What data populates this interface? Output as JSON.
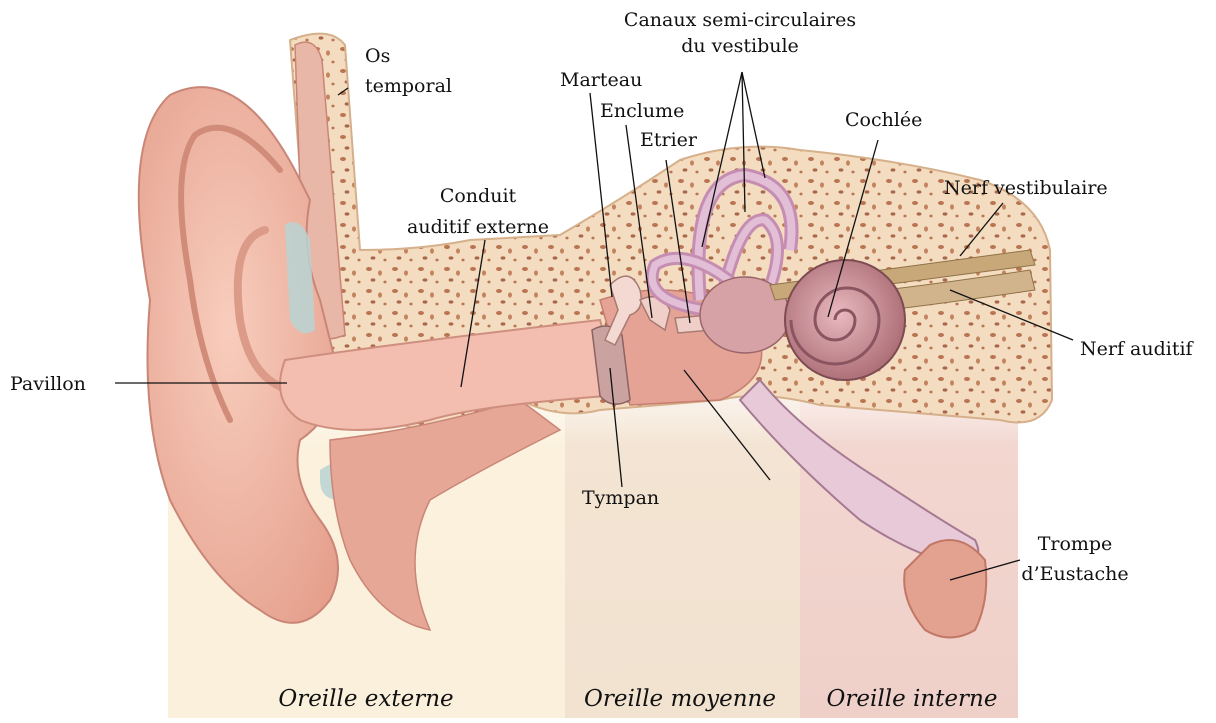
{
  "labels": {
    "os_temporal": [
      "Os",
      "temporal"
    ],
    "canaux": [
      "Canaux semi-circulaires",
      "du vestibule"
    ],
    "marteau": "Marteau",
    "enclume": "Enclume",
    "etrier": "Etrier",
    "cochlee": "Cochlée",
    "conduit": [
      "Conduit",
      "auditif externe"
    ],
    "nerf_vestibulaire": "Nerf vestibulaire",
    "nerf_auditif": "Nerf auditif",
    "pavillon": "Pavillon",
    "tympan": "Tympan",
    "trompe": [
      "Trompe",
      "d’Eustache"
    ]
  },
  "zones": {
    "externe": "Oreille externe",
    "moyenne": "Oreille moyenne",
    "interne": "Oreille interne"
  },
  "colors": {
    "skin": "#f2b7a4",
    "skin_dark": "#d98d7c",
    "bone": "#f3dcc0",
    "bone_spots": "#b97552",
    "canal": "#f6c3b4",
    "canals_inner": "#d8a9c3",
    "nerve": "#c8a779",
    "cartilage": "#b9d3d4",
    "band_externe": "#fbf1dd",
    "band_moyenne": "#f3e4d3",
    "band_interne": "#f2d5d0"
  }
}
